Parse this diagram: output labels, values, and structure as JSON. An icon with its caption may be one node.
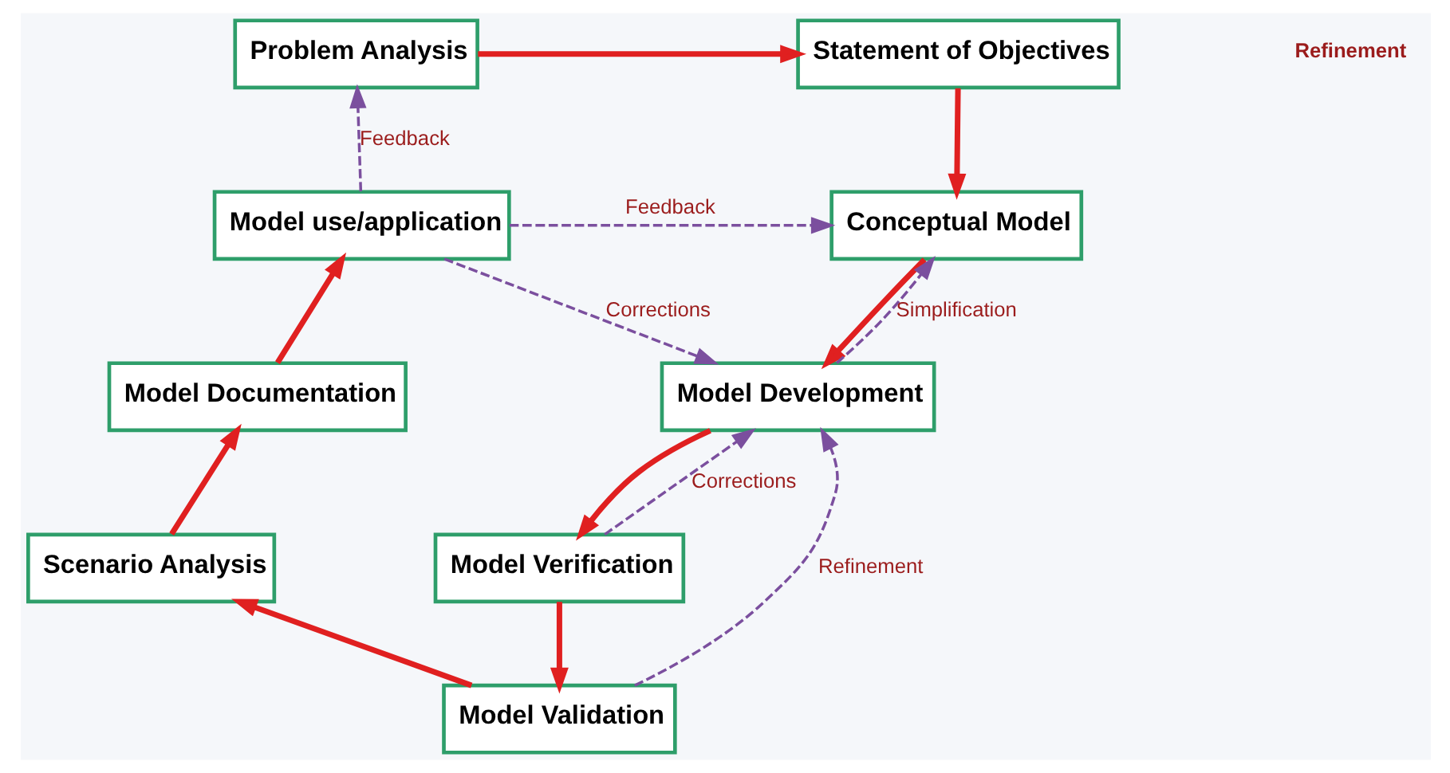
{
  "diagram": {
    "nodes": [
      {
        "text": [
          "Problem Analysis"
        ]
      },
      {
        "text": [
          "Statement of Objectives"
        ]
      },
      {
        "text": [
          "Conceptual Model"
        ]
      },
      {
        "text": [
          "Model Development"
        ]
      },
      {
        "text": [
          "Model Verification"
        ]
      },
      {
        "text": [
          "Model Validation"
        ]
      },
      {
        "text": [
          "Scenario Analysis"
        ]
      },
      {
        "text": [
          "Model Documentation"
        ]
      },
      {
        "text": [
          "Model use/application"
        ]
      }
    ],
    "edges": [
      {
        "from": 0,
        "to": 1,
        "arrow": "to"
      },
      {
        "from": 1,
        "to": 2,
        "arrow": "to"
      },
      {
        "from": 2,
        "to": 3,
        "arrow": "to"
      },
      {
        "from": 3,
        "to": 4,
        "arrow": "to"
      },
      {
        "from": 4,
        "to": 5,
        "arrow": "to"
      },
      {
        "from": 5,
        "to": 6,
        "arrow": "to"
      },
      {
        "from": 6,
        "to": 7,
        "arrow": "to"
      },
      {
        "from": 7,
        "to": 8,
        "arrow": "to"
      },
      {
        "from": 8,
        "to": 0,
        "arrow": "to",
        "label": "Feedback",
        "style": "dashed",
        "color": "#7b4f9e"
      },
      {
        "from": 8,
        "to": 2,
        "arrow": "to",
        "label": "Feedback",
        "style": "dashed",
        "color": "#7b4f9e"
      },
      {
        "from": 8,
        "to": 3,
        "arrow": "to",
        "label": "Corrections",
        "style": "dashed",
        "color": "#7b4f9e"
      },
      {
        "from": 3,
        "to": 2,
        "arrow": "to",
        "label": "Simplification",
        "style": "dashed",
        "color": "#7b4f9e"
      },
      {
        "from": 4,
        "to": 3,
        "arrow": "to",
        "label": "Corrections",
        "style": "dashed",
        "color": "#7b4f9e"
      },
      {
        "from": 5,
        "to": 3,
        "arrow": "to",
        "label": "Refinement",
        "style": "dashed",
        "color": "#7b4f9e"
      }
    ],
    "labels": [
      "Refinement"
    ]
  }
}
